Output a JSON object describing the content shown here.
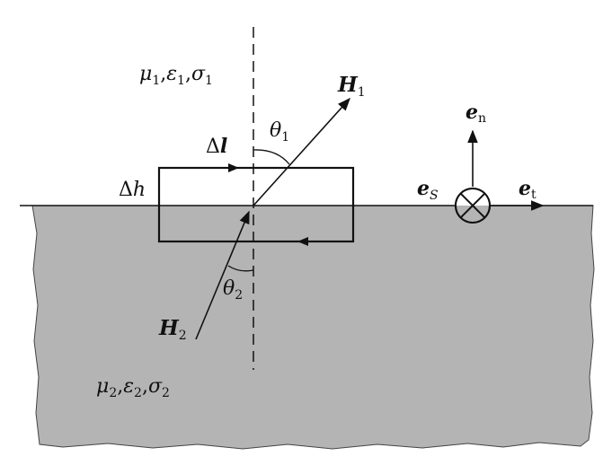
{
  "labels": {
    "medium1_mu": "μ",
    "medium1_mu_sub": "1",
    "medium1_eps": "ε",
    "medium1_eps_sub": "1",
    "medium1_sigma": "σ",
    "medium1_sigma_sub": "1",
    "medium2_mu": "μ",
    "medium2_mu_sub": "2",
    "medium2_eps": "ε",
    "medium2_eps_sub": "2",
    "medium2_sigma": "σ",
    "medium2_sigma_sub": "2",
    "comma": ",",
    "H1": "H",
    "H1_sub": "1",
    "H2": "H",
    "H2_sub": "2",
    "theta1": "θ",
    "theta1_sub": "1",
    "theta2": "θ",
    "theta2_sub": "2",
    "delta_l_prefix": "Δ",
    "delta_l": "l",
    "delta_h_prefix": "Δ",
    "delta_h": "h",
    "en": "e",
    "en_sub": "n",
    "es": "e",
    "es_sub": "S",
    "et": "e",
    "et_sub": "t"
  },
  "colors": {
    "medium2_fill": "#b4b4b4",
    "ink": "#111111",
    "background": "#ffffff"
  }
}
